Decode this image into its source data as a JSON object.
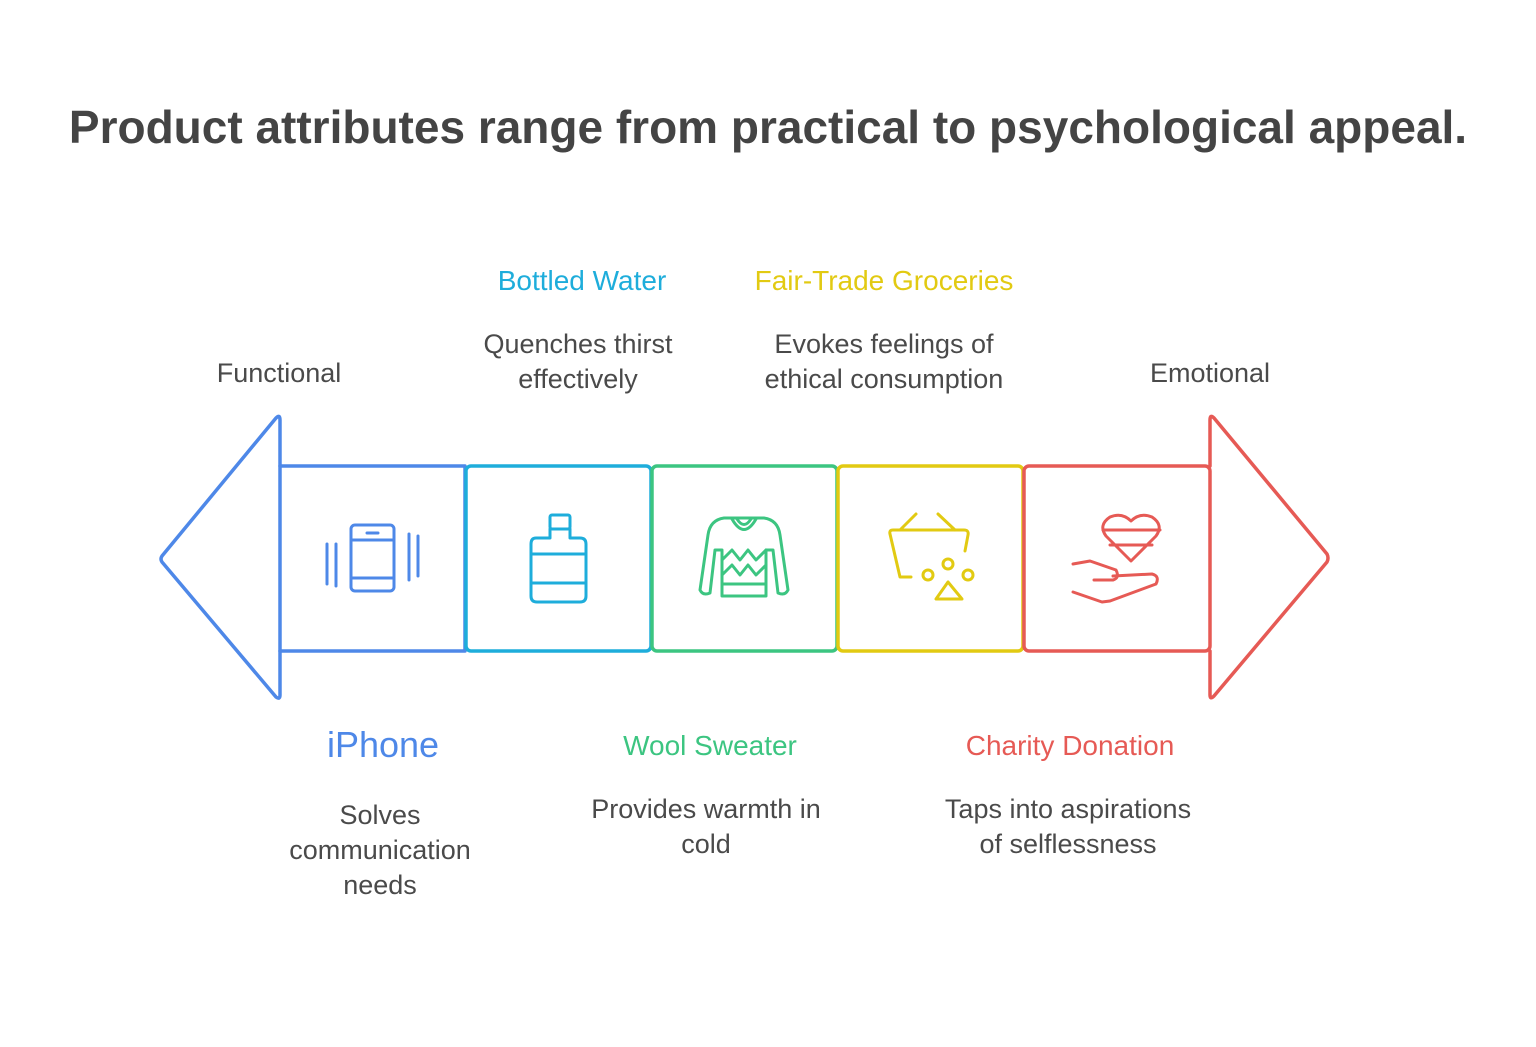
{
  "title": "Product attributes range from practical to psychological appeal.",
  "axis": {
    "left": "Functional",
    "right": "Emotional"
  },
  "colors": {
    "blue": "#4E88E8",
    "cyan": "#1EADDB",
    "green": "#3CC581",
    "yellow": "#E2CA12",
    "red": "#E65A55",
    "text": "#4a4a4a"
  },
  "items": [
    {
      "name": "iPhone",
      "description": "Solves\ncommunication\nneeds",
      "icon": "vibrating-phone-icon",
      "color": "#4E88E8"
    },
    {
      "name": "Bottled Water",
      "description": "Quenches thirst\neffectively",
      "icon": "water-bottle-icon",
      "color": "#1EADDB"
    },
    {
      "name": "Wool Sweater",
      "description": "Provides warmth in\ncold",
      "icon": "sweater-icon",
      "color": "#3CC581"
    },
    {
      "name": "Fair-Trade Groceries",
      "description": "Evokes feelings of\nethical consumption",
      "icon": "grocery-basket-icon",
      "color": "#E2CA12"
    },
    {
      "name": "Charity Donation",
      "description": "Taps into aspirations\nof selflessness",
      "icon": "heart-in-hand-icon",
      "color": "#E65A55"
    }
  ]
}
